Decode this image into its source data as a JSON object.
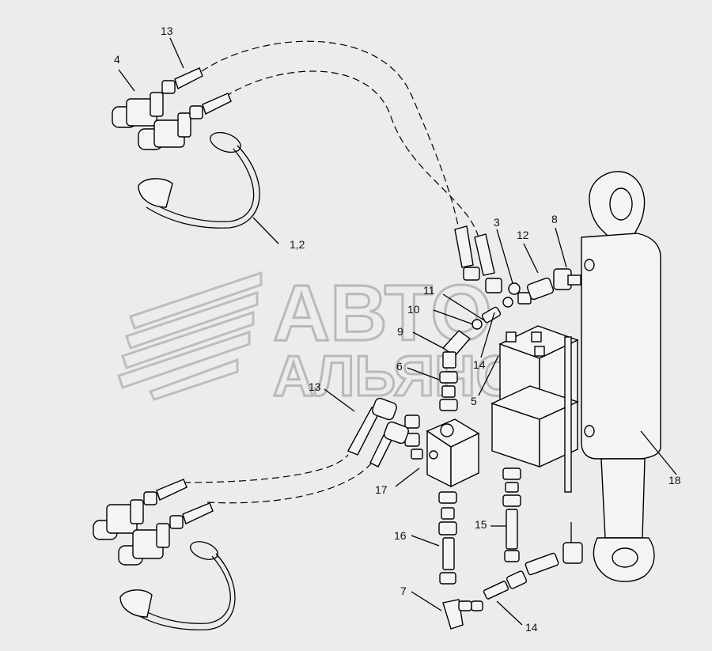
{
  "watermark": {
    "line1": "АВТО",
    "line2": "АЛЬЯНС"
  },
  "callouts": [
    "13",
    "4",
    "1,2",
    "3",
    "8",
    "12",
    "11",
    "10",
    "9",
    "14",
    "6",
    "5",
    "13",
    "17",
    "18",
    "15",
    "16",
    "7",
    "14"
  ],
  "icons": [
    "quick-coupler-icon",
    "dust-cap-icon",
    "hydraulic-cylinder-icon",
    "valve-block-icon",
    "elbow-fitting-icon",
    "hose-end-icon"
  ]
}
